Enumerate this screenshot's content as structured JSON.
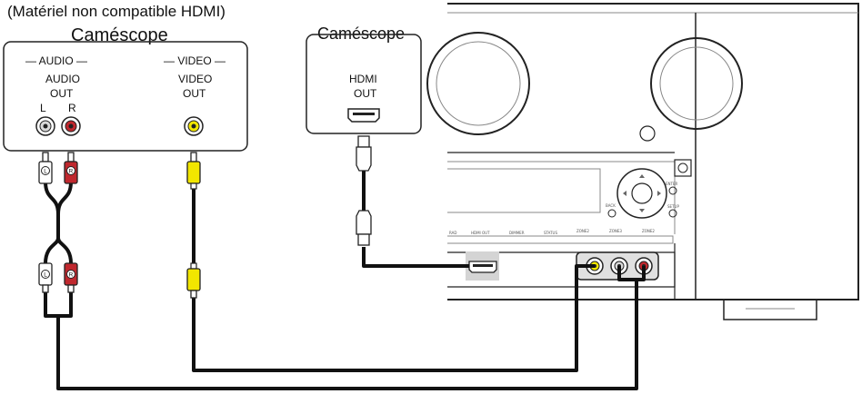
{
  "left_device": {
    "note": "(Matériel non compatible HDMI)",
    "title": "Caméscope",
    "audio_header": "— AUDIO —",
    "audio_label_1": "AUDIO",
    "audio_label_2": "OUT",
    "ch_left": "L",
    "ch_right": "R",
    "video_header": "— VIDEO —",
    "video_label_1": "VIDEO",
    "video_label_2": "OUT"
  },
  "right_device": {
    "title": "Caméscope",
    "hdmi_label_1": "HDMI",
    "hdmi_label_2": "OUT"
  },
  "plug_letters": {
    "left": "L",
    "right": "R"
  },
  "colors": {
    "audio_white": "#d9d9d9",
    "audio_red": "#c0282e",
    "video_yellow": "#f2e600",
    "cable": "#111111",
    "panel_line": "#888888"
  },
  "icons": [
    "rca-jack-icon",
    "hdmi-port-icon",
    "rca-plug-icon",
    "hdmi-plug-icon",
    "knob-icon",
    "arrow-pad-icon"
  ]
}
